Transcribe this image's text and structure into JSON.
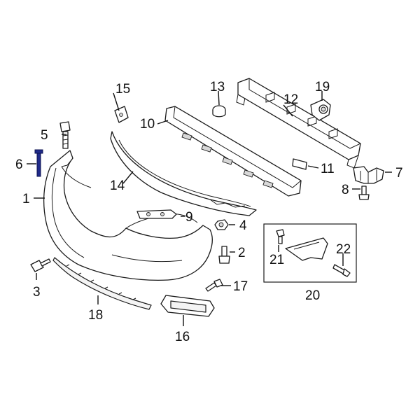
{
  "diagram": {
    "callouts": {
      "c1": "1",
      "c2": "2",
      "c3": "3",
      "c4": "4",
      "c5": "5",
      "c6": "6",
      "c7": "7",
      "c8": "8",
      "c9": "9",
      "c10": "10",
      "c11": "11",
      "c12": "12",
      "c13": "13",
      "c14": "14",
      "c15": "15",
      "c16": "16",
      "c17": "17",
      "c18": "18",
      "c19": "19",
      "c20": "20",
      "c21": "21",
      "c22": "22"
    },
    "colors": {
      "line": "#1a1a1a",
      "highlighted_part": "#1f2a8a",
      "background": "#ffffff"
    },
    "highlighted_callout": "6"
  }
}
